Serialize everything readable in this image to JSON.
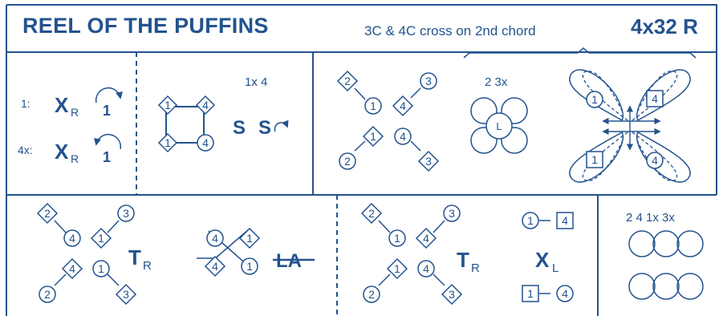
{
  "header": {
    "title": "REEL OF THE PUFFINS",
    "subtitle": "3C & 4C cross on 2nd chord",
    "format": "4x32 R"
  },
  "colors": {
    "ink": "#23538f",
    "background": "#ffffff"
  },
  "bar1": {
    "line1": {
      "prefix": "1:",
      "figure": "X",
      "sub": "R",
      "dancer": "1"
    },
    "line2": {
      "prefix": "4x:",
      "figure": "X",
      "sub": "R",
      "dancer": "1"
    }
  },
  "bar2": {
    "label": "1x 4",
    "figure1": "S",
    "figure2": "S",
    "diamond_tl": "1",
    "diamond_tr": "4",
    "diamond_bl": "1",
    "circle_br": "4"
  },
  "bar3": {
    "top_left": "2",
    "top_right": "3",
    "upper_mid_circle": "1",
    "upper_mid_diamond": "4",
    "lower_mid_diamond": "1",
    "lower_mid_circle": "4",
    "bottom_left": "2",
    "bottom_right": "3"
  },
  "bar4": {
    "label": "2 3x",
    "center": "L"
  },
  "bar5": {
    "top_left_circle": "1",
    "top_right_square": "4",
    "bottom_left_square": "1",
    "bottom_right_circle": "4"
  },
  "bar6": {
    "top_left": "2",
    "top_right": "3",
    "upper_mid_circle": "4",
    "upper_mid_diamond": "1",
    "lower_mid_diamond": "4",
    "lower_mid_circle": "1",
    "bottom_left": "2",
    "bottom_right": "3",
    "figure": "T",
    "sub": "R"
  },
  "bar7": {
    "tl_circle": "4",
    "tr_diamond": "1",
    "bl_diamond": "4",
    "br_circle": "1",
    "figure": "LA"
  },
  "bar8": {
    "top_left": "2",
    "top_right": "3",
    "upper_mid_circle": "1",
    "upper_mid_diamond": "4",
    "lower_mid_diamond": "1",
    "lower_mid_circle": "4",
    "bottom_left": "2",
    "bottom_right": "3",
    "figure": "T",
    "sub": "R"
  },
  "bar9": {
    "top_circle": "1",
    "top_square": "4",
    "bottom_square": "1",
    "bottom_circle": "4",
    "figure": "X",
    "sub": "L"
  },
  "bar10": {
    "label": "2 4 1x 3x"
  }
}
